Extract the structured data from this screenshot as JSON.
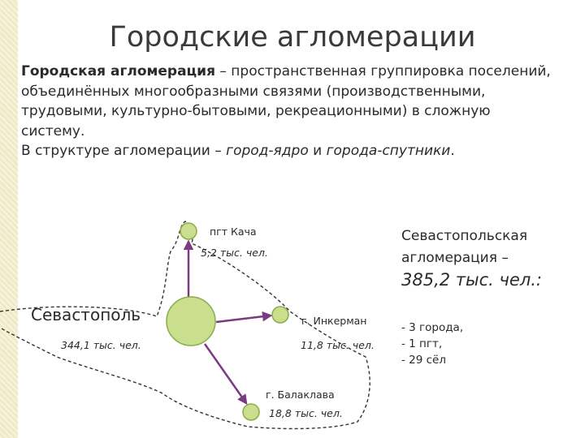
{
  "title": "Городские агломерации",
  "definition": {
    "term": "Городская агломерация",
    "text1": " – пространственная группировка поселений, объединённых многообразными связями (производственными, трудовыми, культурно-бытовыми, рекреационными) в сложную систему.",
    "structure_prefix": "В структуре агломерации – ",
    "core": "город-ядро",
    "and": " и ",
    "satellites": "города-спутники",
    "end": "."
  },
  "nodes": {
    "core": {
      "name": "Севастополь",
      "population": "344,1 тыс. чел."
    },
    "kacha": {
      "name": "пгт Кача",
      "population": "5,2 тыс. чел."
    },
    "inkerman": {
      "name": "г. Инкерман",
      "population": "11,8 тыс. чел."
    },
    "balaklava": {
      "name": "г. Балаклава",
      "population": "18,8 тыс. чел."
    }
  },
  "summary": {
    "name_line1": "Севастопольская",
    "name_line2": "агломерация –",
    "population": "385,2 тыс. чел.:",
    "items": [
      "- 3 города,",
      "- 1 пгт,",
      "- 29 сёл"
    ]
  },
  "colors": {
    "circle_fill": "#cadf8e",
    "circle_stroke": "#8aac4a",
    "arrow": "#7a3b82",
    "boundary": "#333333",
    "title": "#3a3a3a"
  }
}
